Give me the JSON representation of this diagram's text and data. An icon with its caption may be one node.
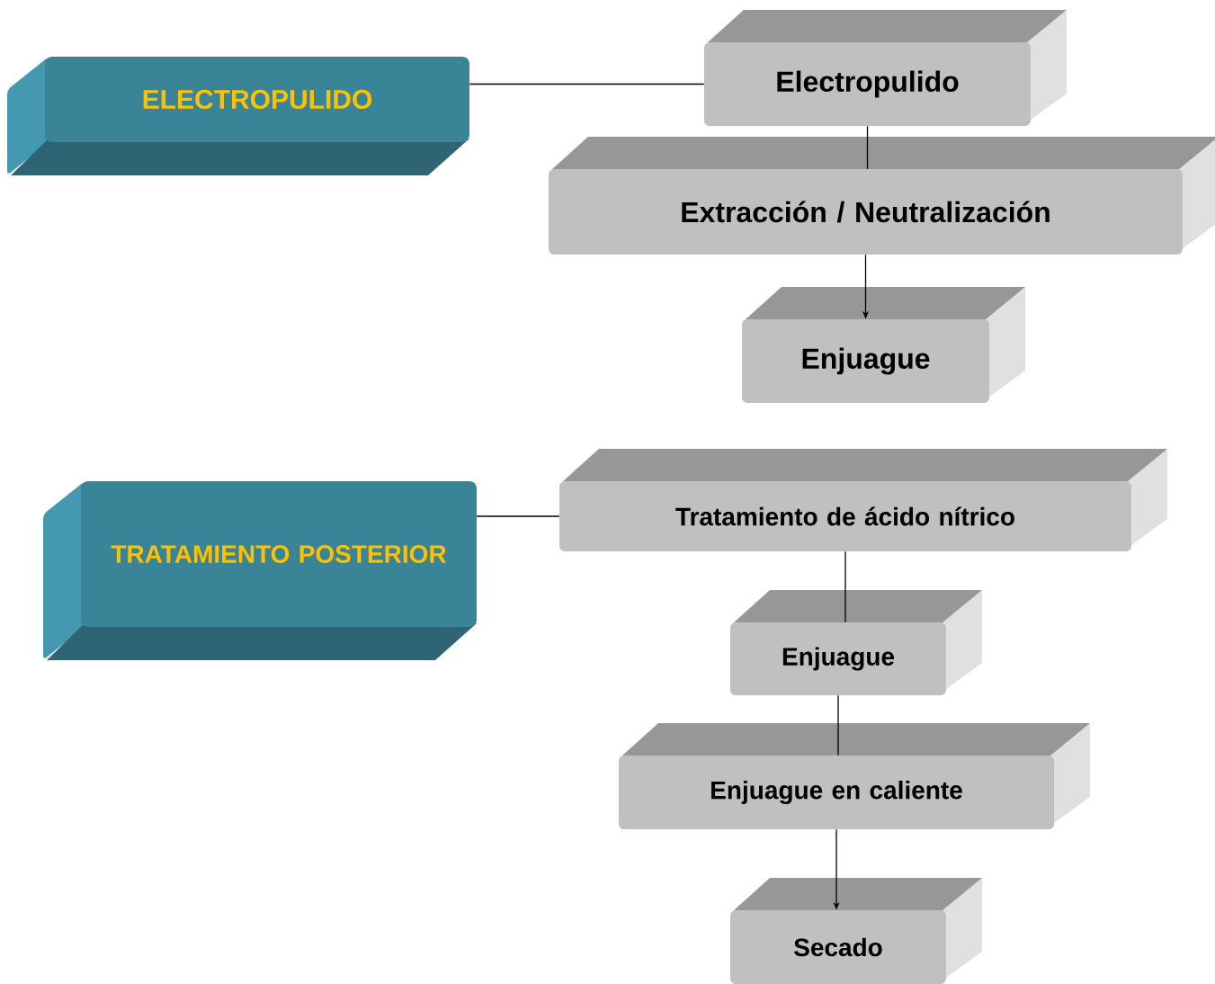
{
  "diagram": {
    "nodes": [
      {
        "text": [
          "ELECTROPULIDO"
        ]
      },
      {
        "text": [
          "Electropulido"
        ]
      },
      {
        "text": [
          "Extracción / Neutralización"
        ]
      },
      {
        "text": [
          "Enjuague"
        ]
      },
      {
        "text": [
          "TRATAMIENTO POSTERIOR"
        ]
      },
      {
        "text": [
          "Tratamiento de ácido nítrico"
        ]
      },
      {
        "text": [
          "Enjuague"
        ]
      },
      {
        "text": [
          "Enjuague en caliente"
        ]
      },
      {
        "text": [
          "Secado"
        ]
      }
    ],
    "edges": [
      {
        "from": 0,
        "to": 1,
        "arrow": "none"
      },
      {
        "from": 1,
        "to": 2,
        "arrow": "none"
      },
      {
        "from": 2,
        "to": 3,
        "arrow": "to"
      },
      {
        "from": 4,
        "to": 5,
        "arrow": "none"
      },
      {
        "from": 5,
        "to": 6,
        "arrow": "none"
      },
      {
        "from": 6,
        "to": 7,
        "arrow": "none"
      },
      {
        "from": 7,
        "to": 8,
        "arrow": "to"
      }
    ]
  }
}
